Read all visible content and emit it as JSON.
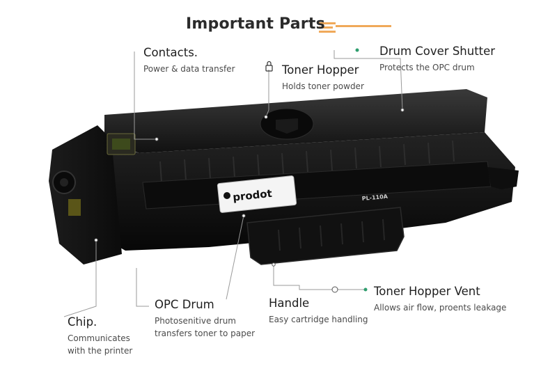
{
  "title": "Important Parts",
  "brand_label": "prodot",
  "model_label": "PL-110A",
  "parts": [
    {
      "name": "Contacts.",
      "desc": [
        "Power & data transfer"
      ]
    },
    {
      "name": "Toner Hopper",
      "desc": [
        "Holds toner powder"
      ]
    },
    {
      "name": "Drum Cover Shutter",
      "desc": [
        "Protects the OPC drum"
      ]
    },
    {
      "name": "Chip.",
      "desc": [
        "Communicates",
        "with the printer"
      ]
    },
    {
      "name": "OPC Drum",
      "desc": [
        "Photosenitive drum",
        "transfers toner to paper"
      ]
    },
    {
      "name": "Handle",
      "desc": [
        "Easy cartridge handling"
      ]
    },
    {
      "name": "Toner Hopper Vent",
      "desc": [
        "Allows air flow, proents leakage"
      ]
    }
  ],
  "colors": {
    "accent": "#f0a95a",
    "leader": "#9a9a9a",
    "dot": "#2f9e6e",
    "body": "#141414"
  }
}
